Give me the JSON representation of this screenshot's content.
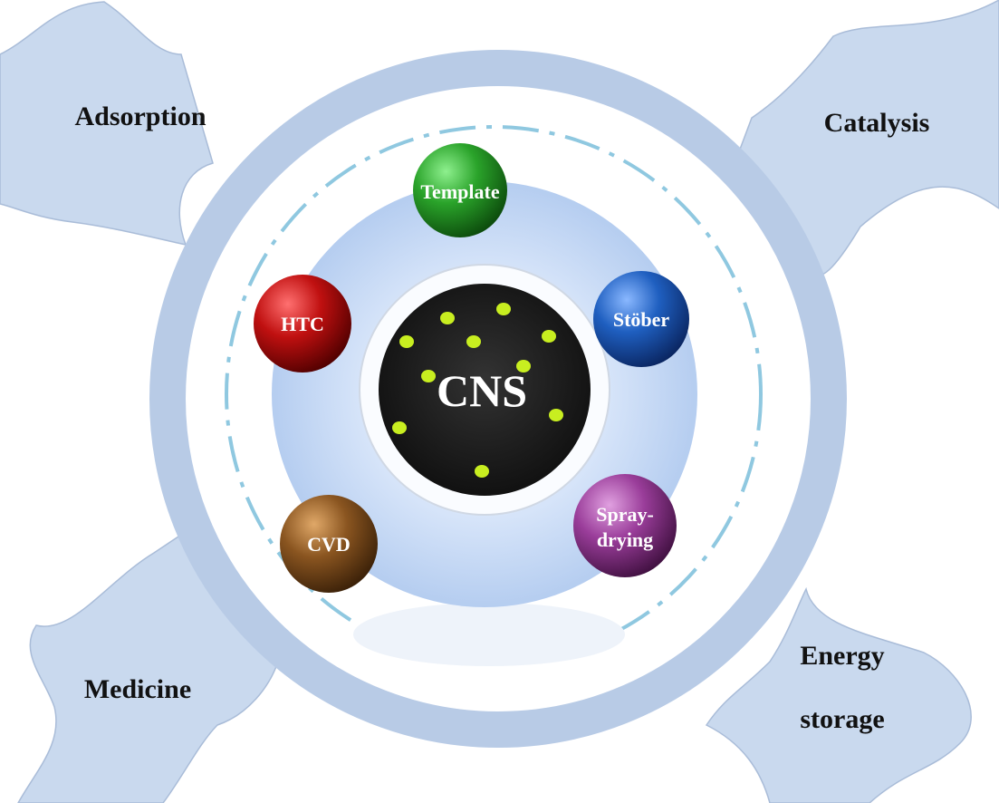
{
  "center": {
    "label": "CNS"
  },
  "methods": [
    {
      "label": "Template",
      "color": "#2aa32a"
    },
    {
      "label": "Stöber",
      "color": "#1f5fc0"
    },
    {
      "label": "Spray-",
      "label2": "drying",
      "color": "#9a3d9a"
    },
    {
      "label": "CVD",
      "color": "#8a5520"
    },
    {
      "label": "HTC",
      "color": "#c01010"
    }
  ],
  "applications": [
    {
      "label": "Adsorption"
    },
    {
      "label": "Catalysis"
    },
    {
      "label": "Medicine"
    },
    {
      "label": "Energy",
      "label2": "storage"
    }
  ],
  "colors": {
    "banner": "#c9d9ee",
    "ring": "#b8cbe6",
    "disk": "#cfe0f8",
    "dash": "#8fc8e0",
    "dot": "#c8ee20"
  }
}
